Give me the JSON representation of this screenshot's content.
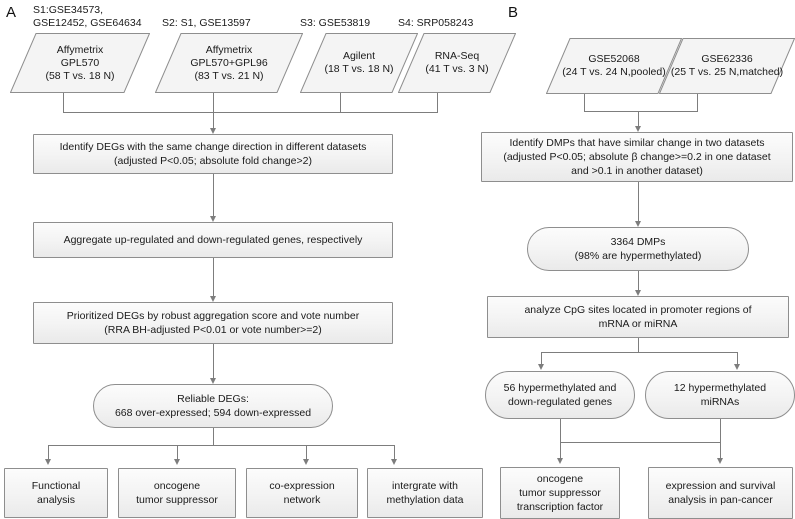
{
  "figure": {
    "panels": [
      {
        "letter": "A"
      },
      {
        "letter": "B"
      }
    ]
  },
  "panelA": {
    "letter": "A",
    "captions": [
      "S1:GSE34573,\nGSE12452, GSE64634",
      "S2: S1, GSE13597",
      "S3:  GSE53819",
      "S4:  SRP058243"
    ],
    "sources": [
      {
        "label": "Affymetrix\nGPL570\n(58 T vs. 18 N)"
      },
      {
        "label": "Affymetrix\nGPL570+GPL96\n(83 T vs. 21 N)"
      },
      {
        "label": "Agilent\n(18 T vs. 18 N)"
      },
      {
        "label": "RNA-Seq\n(41 T vs. 3 N)"
      }
    ],
    "steps": [
      {
        "label": "Identify DEGs with the same change direction in different datasets\n(adjusted P<0.05; absolute fold change>2)"
      },
      {
        "label": "Aggregate up-regulated and down-regulated genes, respectively"
      },
      {
        "label": "Prioritized DEGs by robust aggregation score and vote number\n(RRA BH-adjusted P<0.01 or vote number>=2)"
      }
    ],
    "result": {
      "label": "Reliable DEGs:\n668 over-expressed; 594 down-expressed"
    },
    "outputs": [
      {
        "label": "Functional\nanalysis"
      },
      {
        "label": "oncogene\ntumor suppressor"
      },
      {
        "label": "co-expression\nnetwork"
      },
      {
        "label": "intergrate with\nmethylation data"
      }
    ]
  },
  "panelB": {
    "letter": "B",
    "sources": [
      {
        "label": "GSE52068\n(24 T vs. 24 N,pooled)"
      },
      {
        "label": "GSE62336\n(25 T vs. 25 N,matched)"
      }
    ],
    "steps": [
      {
        "label": "Identify DMPs that have similar change in two datasets\n(adjusted P<0.05; absolute β change>=0.2 in one dataset\nand >0.1 in another dataset)"
      }
    ],
    "result": {
      "label": "3364 DMPs\n(98% are hypermethylated)"
    },
    "analysis": {
      "label": "analyze CpG sites located in promoter regions of\nmRNA or miRNA"
    },
    "outcomes": [
      {
        "label": "56 hypermethylated and\ndown-regulated genes"
      },
      {
        "label": "12 hypermethylated\nmiRNAs"
      }
    ],
    "outputs": [
      {
        "label": "oncogene\ntumor suppressor\ntranscription factor"
      },
      {
        "label": "expression and survival\nanalysis in pan-cancer"
      }
    ]
  },
  "style": {
    "border_color": "#8e8e8e",
    "connector_color": "#7d7d7d",
    "fill_light": "#fcfcfc",
    "fill_dark": "#eaeaea",
    "text_color": "#1a1a1a",
    "background": "#ffffff"
  }
}
